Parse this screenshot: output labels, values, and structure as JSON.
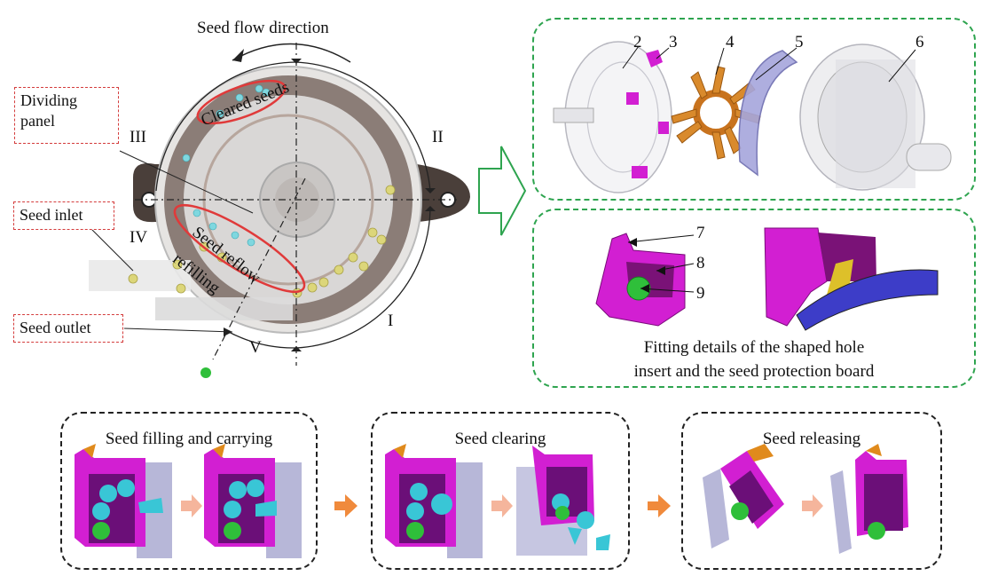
{
  "main_view": {
    "flow_direction_label": "Seed flow direction",
    "cleared_seeds_label": "Cleared seeds",
    "reflow_label_line1": "Seed reflow",
    "reflow_label_line2": "refilling",
    "zones": [
      "I",
      "II",
      "III",
      "IV",
      "V"
    ],
    "callouts": {
      "dividing_panel_line1": "Dividing",
      "dividing_panel_line2": "panel",
      "seed_inlet": "Seed inlet",
      "seed_outlet": "Seed outlet"
    }
  },
  "exploded_view": {
    "part_numbers": [
      "2",
      "3",
      "4",
      "5",
      "6"
    ]
  },
  "detail_view": {
    "part_numbers": [
      "7",
      "8",
      "9"
    ],
    "caption_line1": "Fitting details of the shaped hole",
    "caption_line2": "insert and the seed protection board"
  },
  "stages": [
    {
      "title": "Seed filling and carrying"
    },
    {
      "title": "Seed clearing"
    },
    {
      "title": "Seed releasing"
    }
  ],
  "colors": {
    "green_frame": "#2ea44f",
    "red_frame": "#d43c3c",
    "magenta": "#d21fd2",
    "orange_arrow": "#f08a3c",
    "cyan_seed": "#39c6d6",
    "green_seed": "#2fbf3a"
  }
}
